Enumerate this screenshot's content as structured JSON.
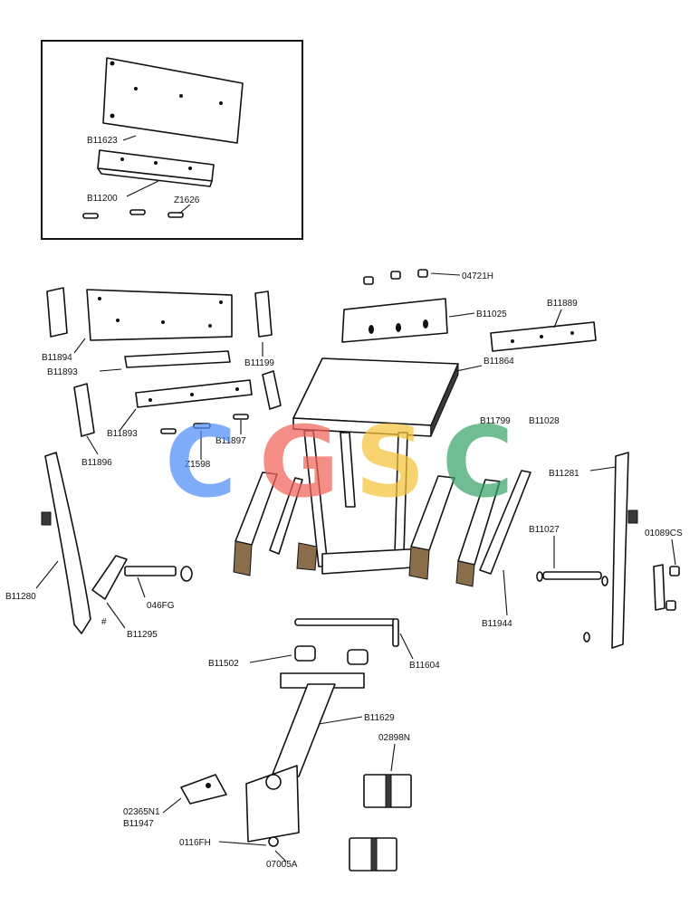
{
  "labels": {
    "b11623": "B11623",
    "b11200": "B11200",
    "z1626": "Z1626",
    "p04721h": "04721H",
    "b11025": "B11025",
    "b11889": "B11889",
    "b11894": "B11894",
    "b11893a": "B11893",
    "b11199": "B11199",
    "b11864": "B11864",
    "b11893b": "B11893",
    "b11897": "B11897",
    "b11799": "B11799",
    "b11028": "B11028",
    "z1598": "Z1598",
    "b11896": "B11896",
    "b11281": "B11281",
    "b11027": "B11027",
    "p01089cs": "01089CS",
    "b11280": "B11280",
    "p046fg": "046FG",
    "b11295": "B11295",
    "b11944": "B11944",
    "b11502": "B11502",
    "b11604": "B11604",
    "b11629": "B11629",
    "p02898n": "02898N",
    "p02365n1": "02365N1",
    "b11947": "B11947",
    "p0116fh": "0116FH",
    "p07005a": "07005A"
  },
  "watermark": {
    "letters": [
      "C",
      "G",
      "S",
      "C"
    ],
    "colors": [
      "#4f8ef7",
      "#f0645a",
      "#f6c43a",
      "#3aa46a"
    ]
  }
}
